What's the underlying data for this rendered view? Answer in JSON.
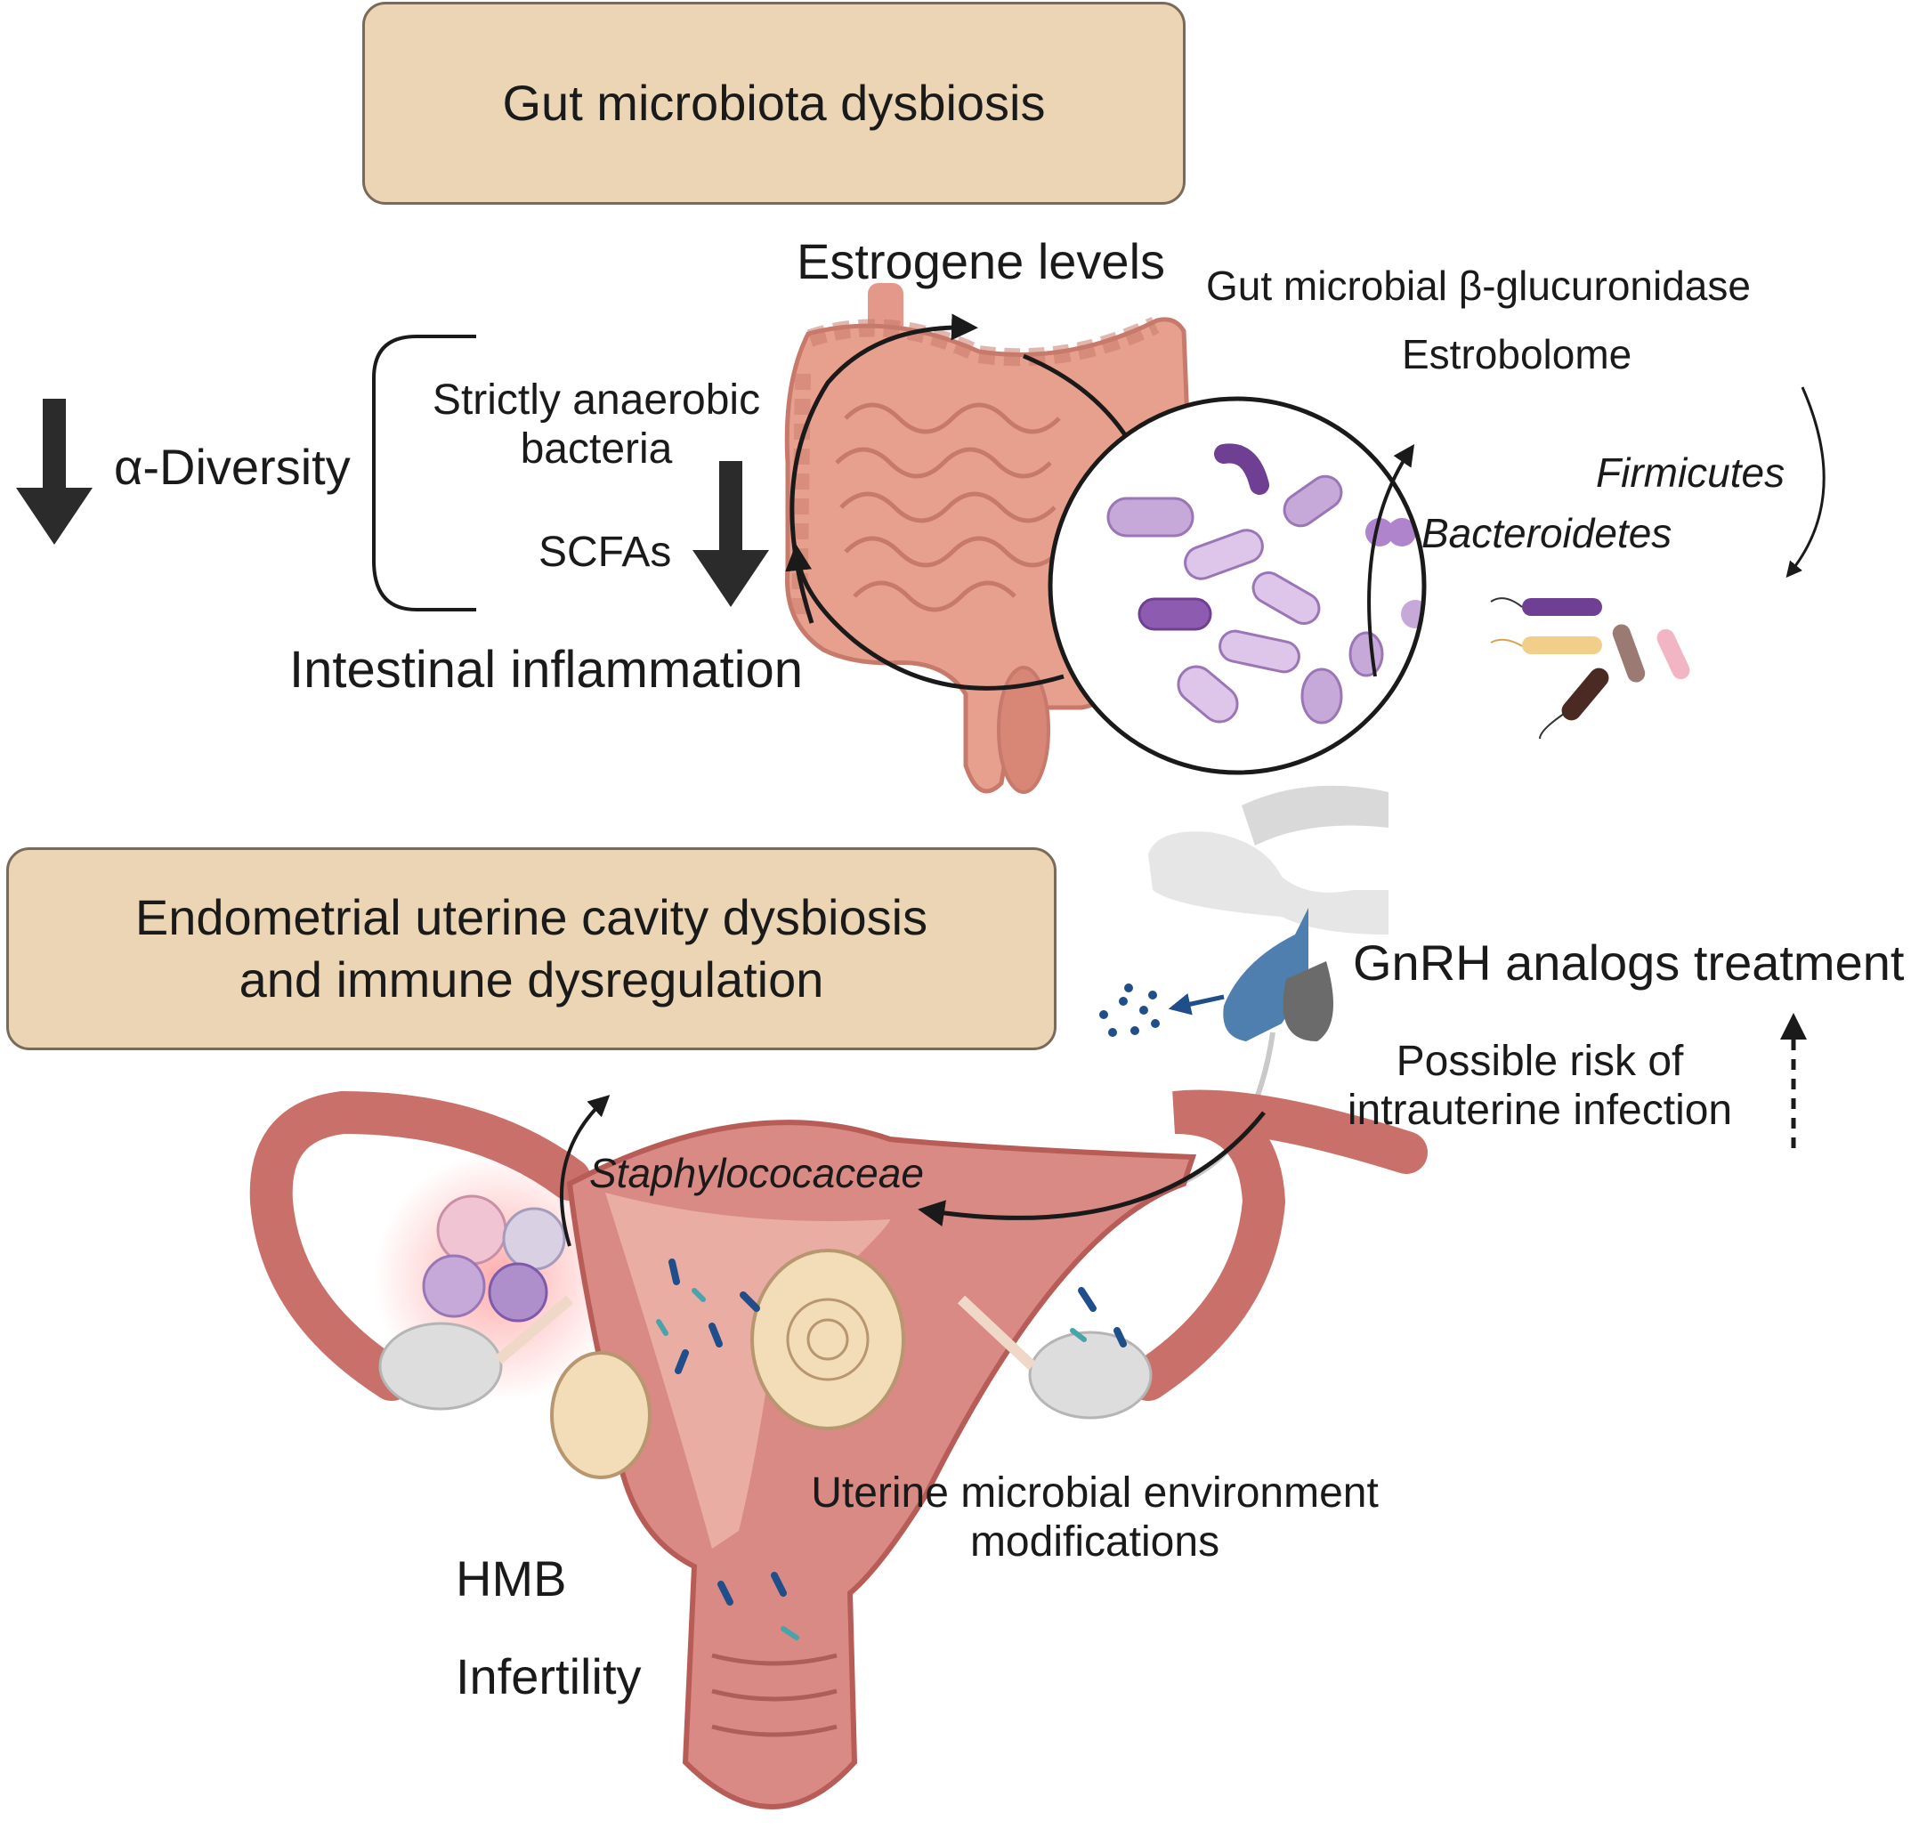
{
  "headers": {
    "gut": "Gut microbiota dysbiosis",
    "endometrial_line1": "Endometrial uterine cavity dysbiosis",
    "endometrial_line2": "and immune dysregulation"
  },
  "gut_section": {
    "alpha_diversity": "α-Diversity",
    "anaerobic_line1": "Strictly anaerobic",
    "anaerobic_line2": "bacteria",
    "scfas": "SCFAs",
    "inflammation": "Intestinal inflammation",
    "estrogen": "Estrogene levels",
    "glucuronidase": "Gut microbial β-glucuronidase",
    "estrobolome": "Estrobolome",
    "firmicutes": "Firmicutes",
    "bacteroidetes": "Bacteroidetes"
  },
  "treatment": {
    "gnrh": "GnRH analogs treatment",
    "risk_line1": "Possible risk of",
    "risk_line2": "intrauterine infection"
  },
  "uterus_section": {
    "staph": "Staphylococaceae",
    "env_line1": "Uterine microbial environment",
    "env_line2": "modifications",
    "hmb": "HMB",
    "infertility": "Infertility"
  },
  "colors": {
    "header_fill": "#ecd5b4",
    "intestine": "#e8a08e",
    "bacteria_purple": "#c6a9d9",
    "uterus": "#c9706b",
    "pituitary_blue": "#4f7fae"
  }
}
